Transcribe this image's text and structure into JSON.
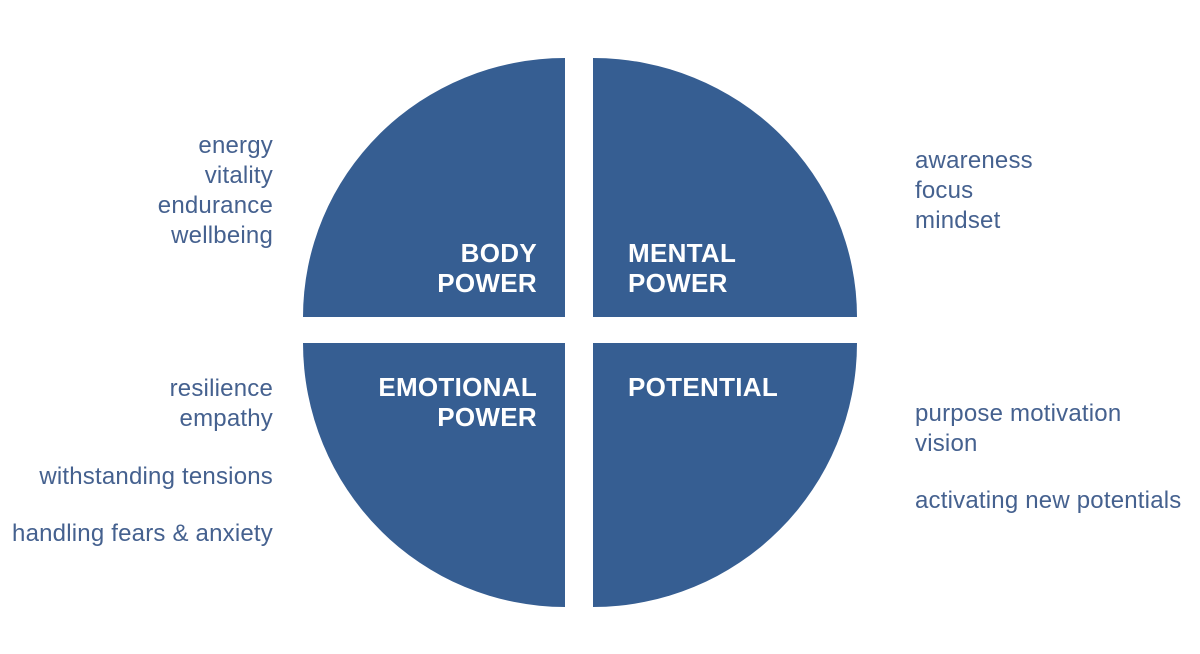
{
  "colors": {
    "background": "#ffffff",
    "quadrant_fill": "#365E92",
    "quadrant_label": "#ffffff",
    "annotation_text": "#45618F"
  },
  "quadrants": {
    "body": {
      "name": "BODY POWER",
      "lines": [
        "BODY",
        "POWER"
      ]
    },
    "mental": {
      "name": "MENTAL POWER",
      "lines": [
        "MENTAL",
        "POWER"
      ]
    },
    "emotional": {
      "name": "EMOTIONAL POWER",
      "lines": [
        "EMOTIONAL",
        "POWER"
      ]
    },
    "potential": {
      "name": "POTENTIAL",
      "lines": [
        "POTENTIAL"
      ]
    }
  },
  "annotations": {
    "body": [
      "energy",
      "vitality",
      "endurance",
      "wellbeing"
    ],
    "mental": [
      "awareness",
      "focus",
      "mindset"
    ],
    "emotional": {
      "primary": [
        "resilience",
        "empathy"
      ],
      "secondary": "withstanding tensions",
      "tertiary": "handling fears & anxiety"
    },
    "potential": {
      "primary": [
        "purpose motivation",
        "vision"
      ],
      "secondary": "activating new potentials"
    }
  }
}
